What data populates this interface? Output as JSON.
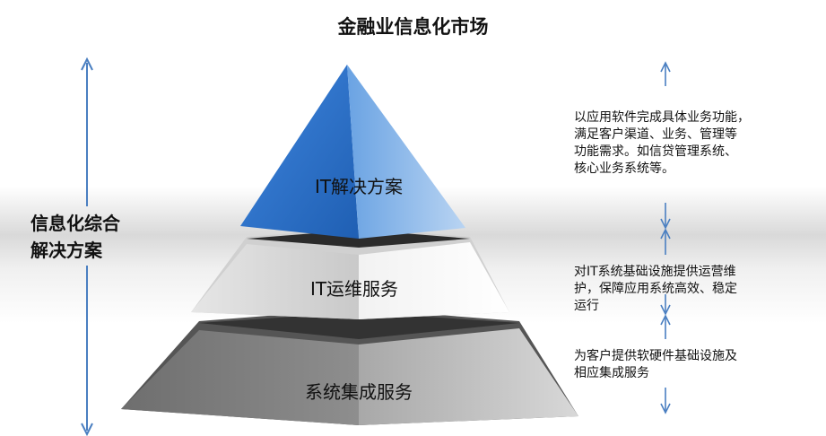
{
  "title": "金融业信息化市场",
  "left_label": "信息化综合\n解决方案",
  "tiers": [
    {
      "label": "IT解决方案",
      "description": "以应用软件完成具体业务功能，\n满足客户渠道、业务、管理等\n功能需求。如信贷管理系统、\n核心业务系统等。"
    },
    {
      "label": "IT运维服务",
      "description": "对IT系统基础设施提供运营维\n护，保障应用系统高效、稳定\n运行"
    },
    {
      "label": "系统集成服务",
      "description": "为客户提供软硬件基础设施及\n相应集成服务"
    }
  ],
  "colors": {
    "arrow": "#4a7fc1",
    "top_tier": "#2e6fc4",
    "accent_line": "#4a7fc1"
  }
}
